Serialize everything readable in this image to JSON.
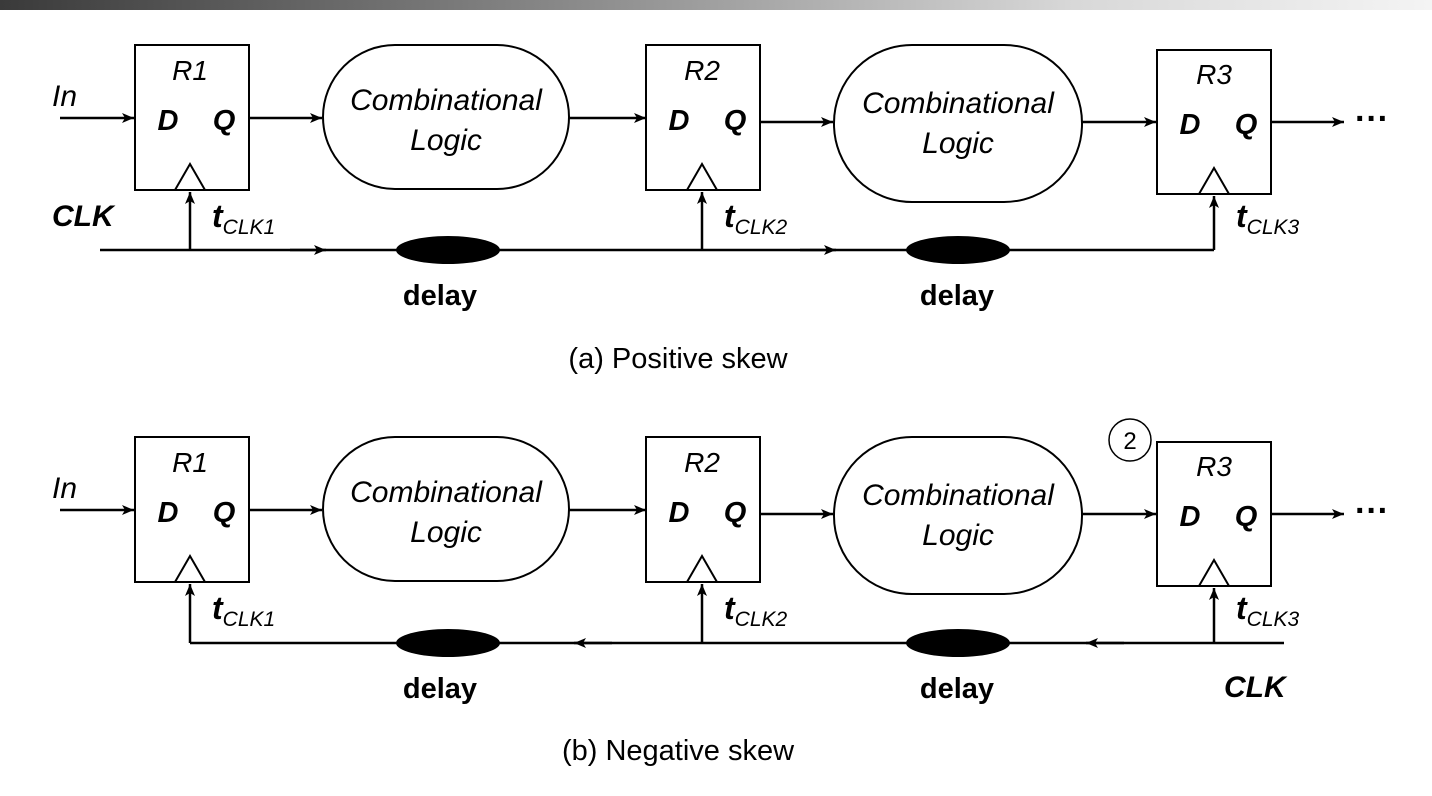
{
  "diagrams": [
    {
      "id": "a",
      "caption": "(a) Positive skew",
      "input_label": "In",
      "clk_label": "CLK",
      "continuation": "···",
      "registers": [
        {
          "name": "R1",
          "d": "D",
          "q": "Q",
          "clk_name": "t",
          "clk_sub": "CLK1"
        },
        {
          "name": "R2",
          "d": "D",
          "q": "Q",
          "clk_name": "t",
          "clk_sub": "CLK2"
        },
        {
          "name": "R3",
          "d": "D",
          "q": "Q",
          "clk_name": "t",
          "clk_sub": "CLK3"
        }
      ],
      "logic_blocks": [
        {
          "line1": "Combinational",
          "line2": "Logic"
        },
        {
          "line1": "Combinational",
          "line2": "Logic"
        }
      ],
      "delays": [
        "delay",
        "delay"
      ]
    },
    {
      "id": "b",
      "caption": "(b) Negative skew",
      "input_label": "In",
      "clk_label": "CLK",
      "continuation": "···",
      "marker": "2",
      "registers": [
        {
          "name": "R1",
          "d": "D",
          "q": "Q",
          "clk_name": "t",
          "clk_sub": "CLK1"
        },
        {
          "name": "R2",
          "d": "D",
          "q": "Q",
          "clk_name": "t",
          "clk_sub": "CLK2"
        },
        {
          "name": "R3",
          "d": "D",
          "q": "Q",
          "clk_name": "t",
          "clk_sub": "CLK3"
        }
      ],
      "logic_blocks": [
        {
          "line1": "Combinational",
          "line2": "Logic"
        },
        {
          "line1": "Combinational",
          "line2": "Logic"
        }
      ],
      "delays": [
        "delay",
        "delay"
      ]
    }
  ]
}
